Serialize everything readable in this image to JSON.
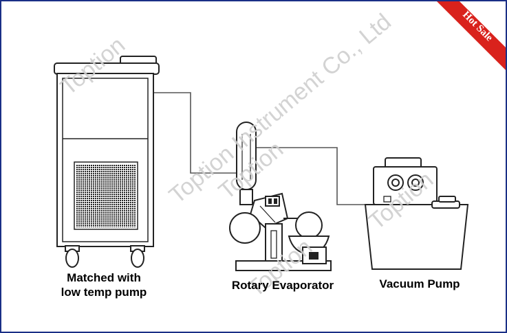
{
  "labels": {
    "chiller_line1": "Matched with",
    "chiller_line2": "low temp pump",
    "evaporator": "Rotary Evaporator",
    "pump": "Vacuum Pump"
  },
  "watermarks": {
    "brand": "Toption",
    "company": "Toption Instrument Co., Ltd"
  },
  "badge": {
    "text": "Hot Sale",
    "color": "#d9221c"
  },
  "colors": {
    "frame_border": "#1a2f86",
    "line": "#333333"
  }
}
